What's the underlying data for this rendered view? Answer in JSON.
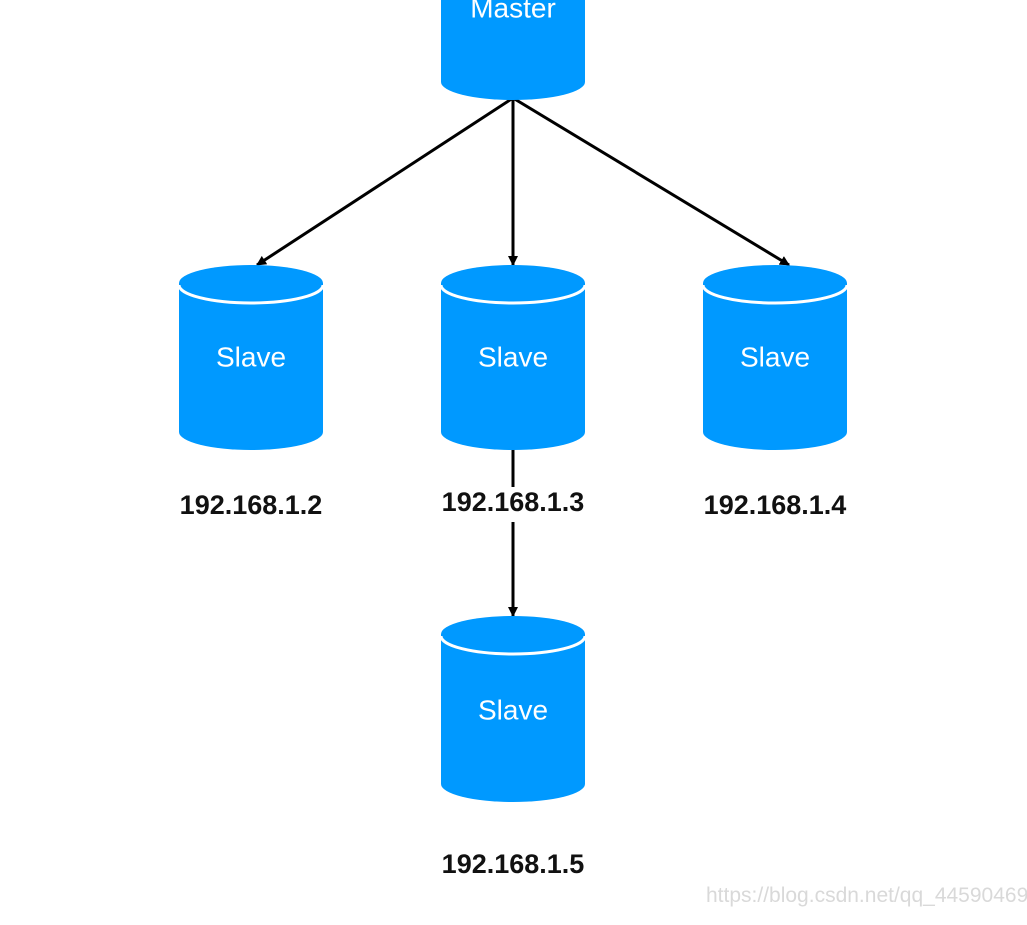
{
  "colors": {
    "db_fill": "#0099ff",
    "db_rim": "#ffffff",
    "arrow": "#000000",
    "ip_text": "#111111",
    "watermark": "#d9d9d9"
  },
  "nodes": [
    {
      "id": "master",
      "role": "Master",
      "ip": ""
    },
    {
      "id": "slave-1",
      "role": "Slave",
      "ip": "192.168.1.2"
    },
    {
      "id": "slave-2",
      "role": "Slave",
      "ip": "192.168.1.3"
    },
    {
      "id": "slave-3",
      "role": "Slave",
      "ip": "192.168.1.4"
    },
    {
      "id": "slave-4",
      "role": "Slave",
      "ip": "192.168.1.5"
    }
  ],
  "edges": [
    {
      "from": "master",
      "to": "slave-1"
    },
    {
      "from": "master",
      "to": "slave-2"
    },
    {
      "from": "master",
      "to": "slave-3"
    },
    {
      "from": "slave-2",
      "to": "slave-4"
    }
  ],
  "watermark": "https://blog.csdn.net/qq_44590469"
}
